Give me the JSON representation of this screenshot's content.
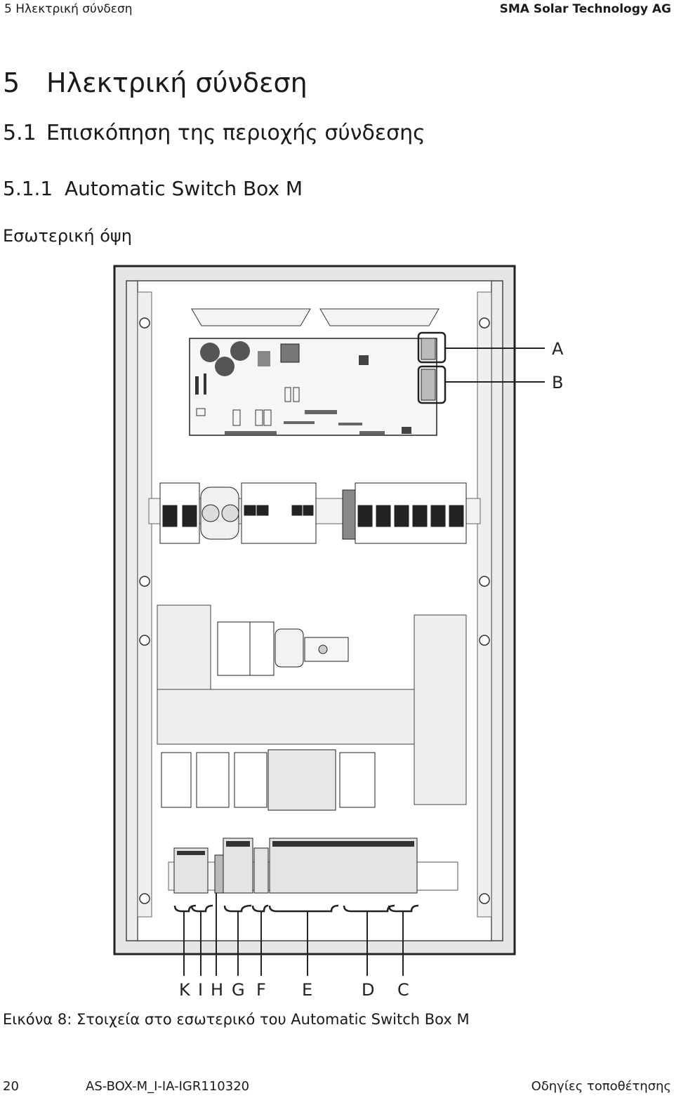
{
  "header": {
    "left": "5 Ηλεκτρική σύνδεση",
    "right": "SMA Solar Technology AG"
  },
  "section": {
    "number": "5",
    "title": "Ηλεκτρική σύνδεση"
  },
  "subsection": {
    "number": "5.1",
    "title": "Επισκόπηση της περιοχής σύνδεσης"
  },
  "subsubsection": {
    "number": "5.1.1",
    "title": "Automatic Switch Box M"
  },
  "view_label": "Εσωτερική όψη",
  "figure": {
    "callouts": [
      "A",
      "B",
      "C",
      "D",
      "E",
      "F",
      "G",
      "H",
      "I",
      "K"
    ]
  },
  "caption": "Εικόνα 8: Στοιχεία στο εσωτερικό του Automatic Switch Box M",
  "footer": {
    "page": "20",
    "doc_id": "AS-BOX-M_I-IA-IGR110320",
    "doc_type": "Οδηγίες τοποθέτησης"
  }
}
